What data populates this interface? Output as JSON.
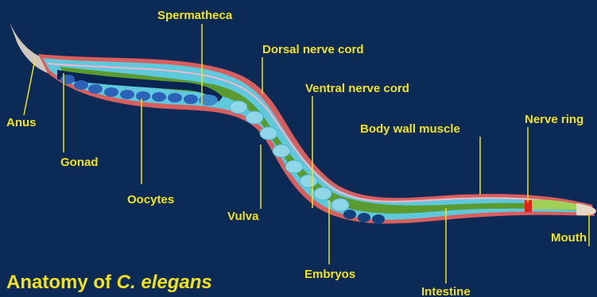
{
  "title": {
    "prefix": "Anatomy of ",
    "species": "C. elegans"
  },
  "labels": {
    "spermatheca": "Spermatheca",
    "dorsal_nerve_cord": "Dorsal nerve cord",
    "ventral_nerve_cord": "Ventral nerve cord",
    "body_wall_muscle": "Body wall muscle",
    "nerve_ring": "Nerve ring",
    "anus": "Anus",
    "gonad": "Gonad",
    "oocytes": "Oocytes",
    "vulva": "Vulva",
    "embryos": "Embryos",
    "intestine": "Intestine",
    "mouth": "Mouth"
  },
  "colors": {
    "background": "#0b2a55",
    "label": "#f3e21a",
    "cuticle": "#d95f5f",
    "body": "#5ec8dd",
    "gut": "#5a9a2e",
    "oocyte": "#2b62b8",
    "nerve_ring": "#e4201c"
  }
}
